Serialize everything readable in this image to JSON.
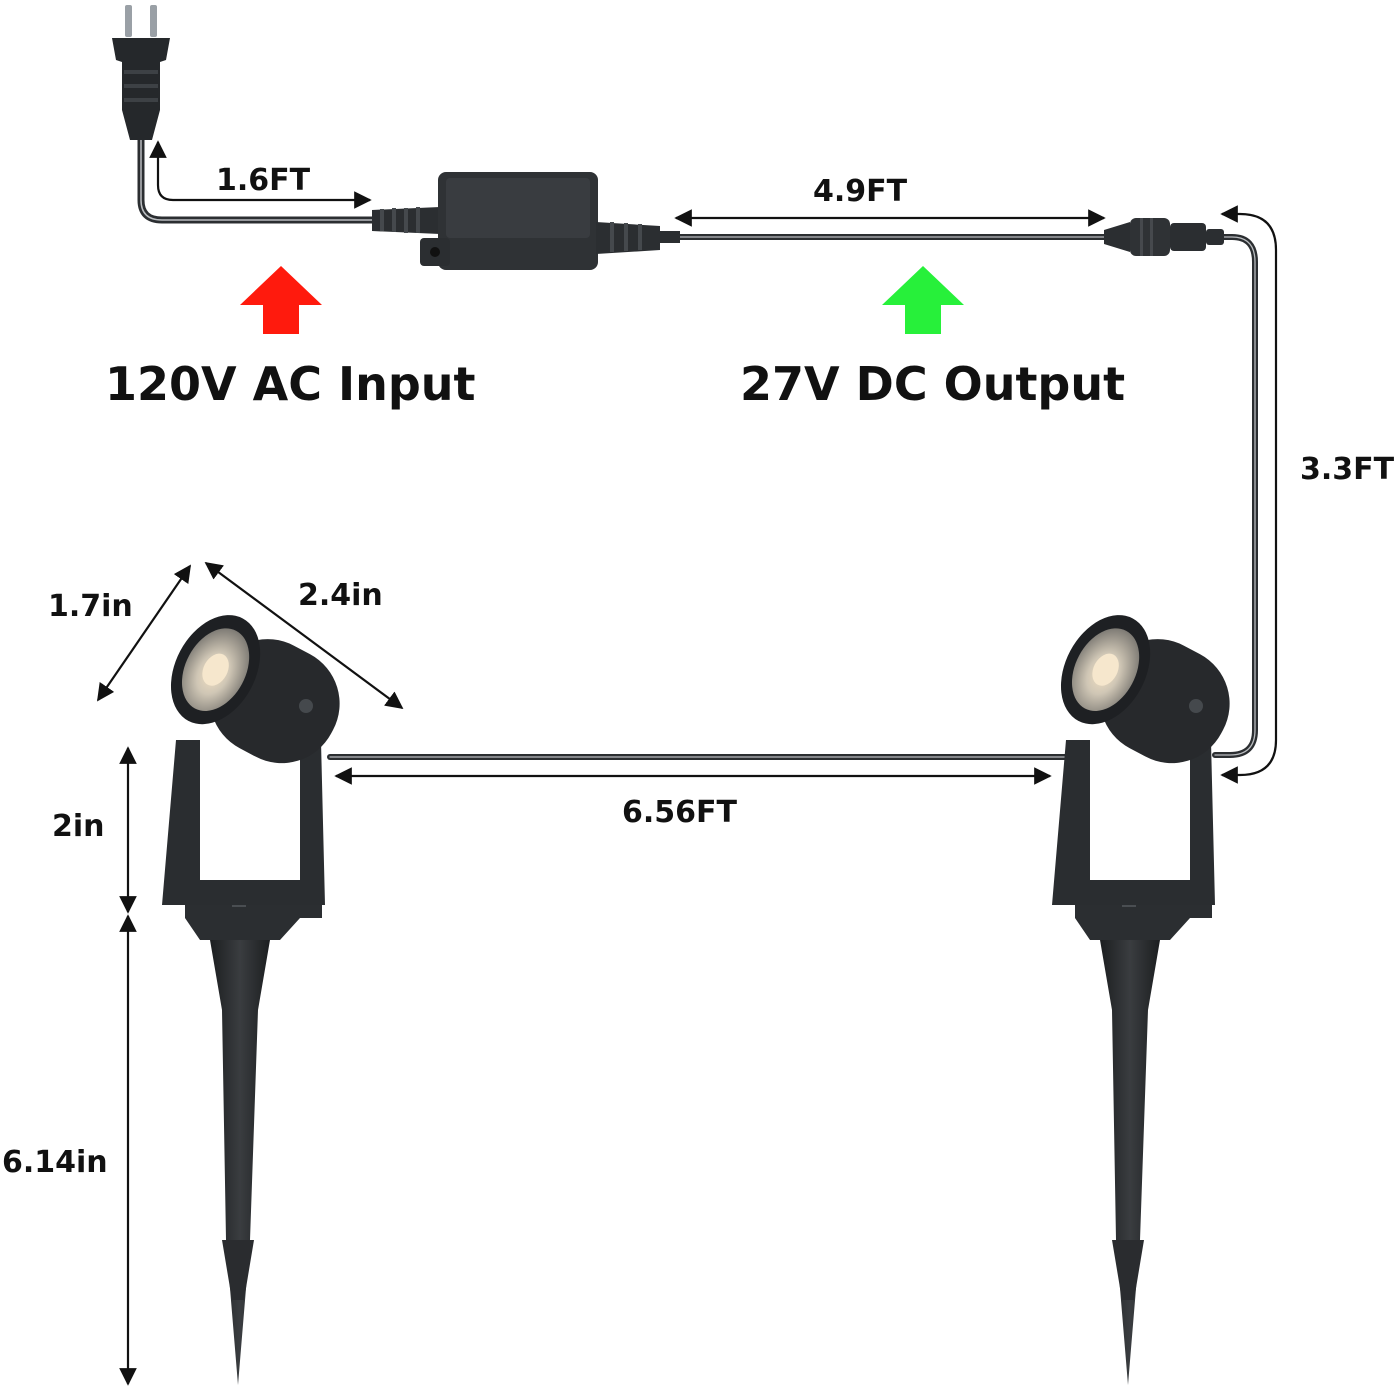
{
  "labels": {
    "input_cable": "1.6FT",
    "output_cable": "4.9FT",
    "extension_cable": "3.3FT",
    "link_cable": "6.56FT",
    "head_diameter": "1.7in",
    "head_length": "2.4in",
    "bracket_height": "2in",
    "stake_length": "6.14in"
  },
  "callouts": {
    "input": "120V AC Input",
    "output": "27V DC Output"
  },
  "colors": {
    "input_arrow": "#ff1a0d",
    "output_arrow": "#27f03a",
    "device": "#2b2e31",
    "dimension_line": "#111111"
  },
  "icons": {
    "plug": "us-power-plug-icon",
    "adapter": "power-adapter-icon",
    "connector": "waterproof-connector-icon",
    "spotlight": "led-spotlight-icon"
  }
}
